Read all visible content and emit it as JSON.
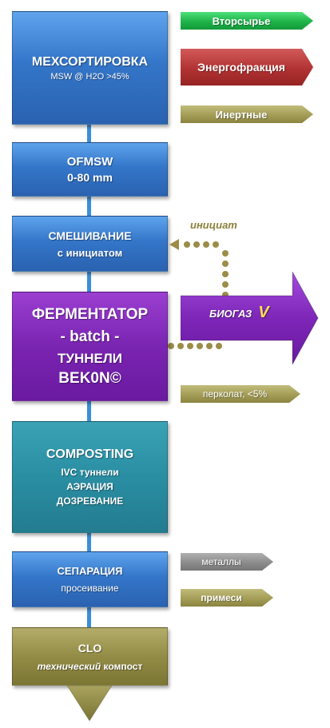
{
  "colors": {
    "spine": "#3b8fd8",
    "blue_box": "#3476c9",
    "purple_box": "#7a24b2",
    "teal_box": "#2a8ea3",
    "olive_box": "#938c46",
    "dotted_line": "#9b8d47",
    "initiator_text": "#8a7f3a",
    "biogas_v": "#ffe14d"
  },
  "mechsort": {
    "title": "МЕХСОРТИРОВКА",
    "sub": "MSW @ H2O >45%"
  },
  "ofmsw": {
    "line1": "OFMSW",
    "line2": "0-80 mm"
  },
  "mixing": {
    "line1": "СМЕШИВАНИЕ",
    "line2": "с инициатом"
  },
  "fermenter": {
    "line1": "ФЕРМЕНТАТОР",
    "line2": "- batch -",
    "line3": "ТУННЕЛИ",
    "line4": "BEK0N©"
  },
  "composting": {
    "line1": "COMPOSTING",
    "line2": "IVC туннели",
    "line3": "АЭРАЦИЯ",
    "line4": "ДОЗРЕВАНИЕ"
  },
  "separation": {
    "line1": "СЕПАРАЦИЯ",
    "line2": "просеивание"
  },
  "clo": {
    "line1": "CLO",
    "line2_italic": "технический",
    "line2_rest": " компост"
  },
  "tags": {
    "recyclables": "Вторсырье",
    "energy_fraction": "Энергофракция",
    "inert": "Инертные",
    "percolate": "перколат, <5%",
    "metals": "металлы",
    "impurities": "примеси"
  },
  "initiator_label": "инициат",
  "biogas": {
    "label": "БИОГАЗ",
    "symbol": "V"
  }
}
